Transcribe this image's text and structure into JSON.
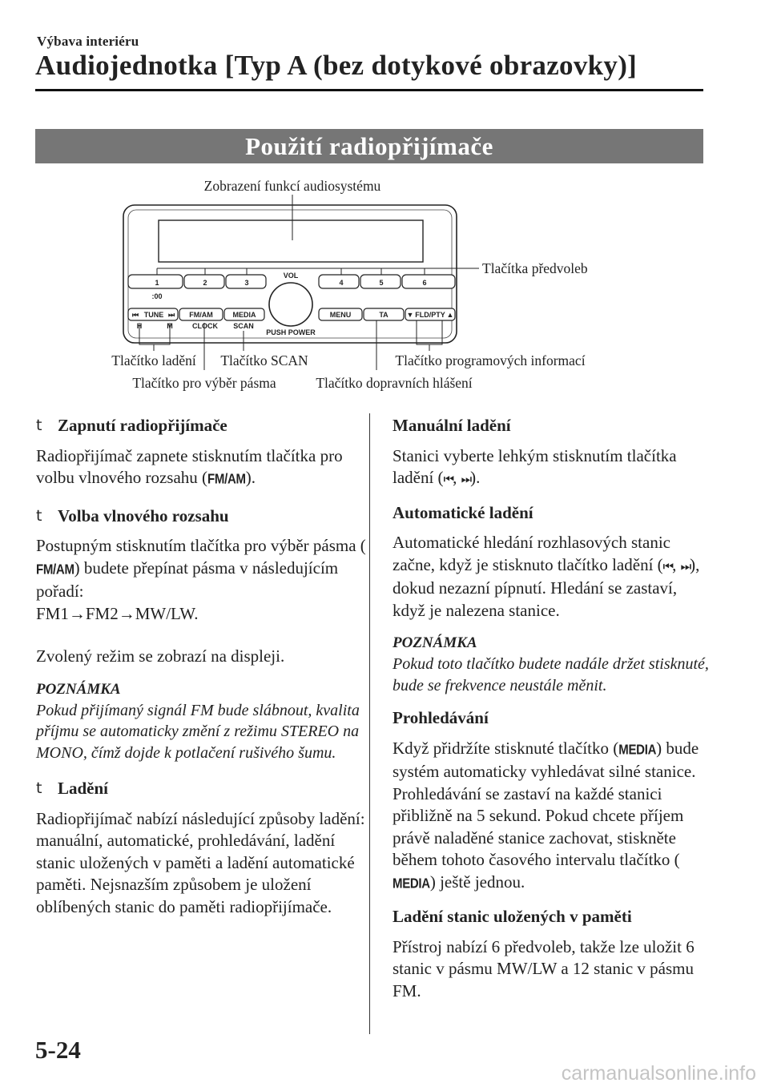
{
  "header": {
    "section": "Výbava interiéru",
    "title": "Audiojednotka [Typ A (bez dotykové obrazovky)]"
  },
  "banner": "Použití radiopřijímače",
  "diagram": {
    "labels": {
      "display": "Zobrazení funkcí audiosystému",
      "presets": "Tlačítka předvoleb",
      "tune": "Tlačítko ladění",
      "scan": "Tlačítko SCAN",
      "pty": "Tlačítko programových informací",
      "band": "Tlačítko pro výběr pásma",
      "ta": "Tlačítko dopravních hlášení"
    },
    "unit": {
      "presets_left": [
        "1",
        "2",
        "3"
      ],
      "presets_right": [
        "4",
        "5",
        "6"
      ],
      "clock_sub": ":00",
      "vol": "VOL",
      "push_power": "PUSH POWER",
      "tune_btn": "TUNE",
      "fmam_btn": "FM/AM",
      "media_btn": "MEDIA",
      "menu_btn": "MENU",
      "ta_btn": "TA",
      "fld_btn": "FLD/PTY",
      "sub_h": "H",
      "sub_m": "M",
      "sub_clock": "CLOCK",
      "sub_scan": "SCAN"
    }
  },
  "left": {
    "s1_title": "Zapnutí radiopřijímače",
    "s1_p_a": "Radiopřijímač zapnete stisknutím tlačítka pro volbu vlnového rozsahu (",
    "s1_p_b": ").",
    "s2_title": "Volba vlnového rozsahu",
    "s2_p1_a": "Postupným stisknutím tlačítka pro výběr pásma (",
    "s2_p1_b": ") budete přepínat pásma v následujícím pořadí:",
    "s2_p1_c": "FM1→FM2→MW/LW.",
    "s2_p2": "Zvolený režim se zobrazí na displeji.",
    "note_head": "POZNÁMKA",
    "note": "Pokud přijímaný signál FM bude slábnout, kvalita příjmu se automaticky změní z režimu STEREO na MONO, čímž dojde k potlačení rušivého šumu.",
    "s3_title": "Ladění",
    "s3_p": "Radiopřijímač nabízí následující způsoby ladění: manuální, automatické, prohledávání, ladění stanic uložených v paměti a ladění automatické paměti. Nejsnazším způsobem je uložení oblíbených stanic do paměti radiopřijímače."
  },
  "right": {
    "h1": "Manuální ladění",
    "p1_a": "Stanici vyberte lehkým stisknutím tlačítka ladění (",
    "p1_b": ").",
    "h2": "Automatické ladění",
    "p2_a": "Automatické hledání rozhlasových stanic začne, když je stisknuto tlačítko ladění (",
    "p2_b": "), dokud nezazní pípnutí. Hledání se zastaví, když je nalezena stanice.",
    "note_head": "POZNÁMKA",
    "note": "Pokud toto tlačítko budete nadále držet stisknuté, bude se frekvence neustále měnit.",
    "h3": "Prohledávání",
    "p3_a": "Když přidržíte stisknuté tlačítko (",
    "p3_b": ") bude systém automaticky vyhledávat silné stanice. Prohledávání se zastaví na každé stanici přibližně na 5 sekund. Pokud chcete příjem právě naladěné stanice zachovat, stiskněte během tohoto časového intervalu tlačítko (",
    "p3_c": ") ještě jednou.",
    "h4": "Ladění stanic uložených v paměti",
    "p4": "Přístroj nabízí 6 předvoleb, takže lze uložit 6 stanic v pásmu MW/LW a 12 stanic v pásmu FM."
  },
  "keys": {
    "fmam": "FM/AM",
    "media": "MEDIA",
    "prev": "⏮",
    "next": "⏭",
    "comma": ", "
  },
  "bullet": "t",
  "footer": {
    "page": "5-24",
    "watermark": "carmanualsonline.info"
  }
}
